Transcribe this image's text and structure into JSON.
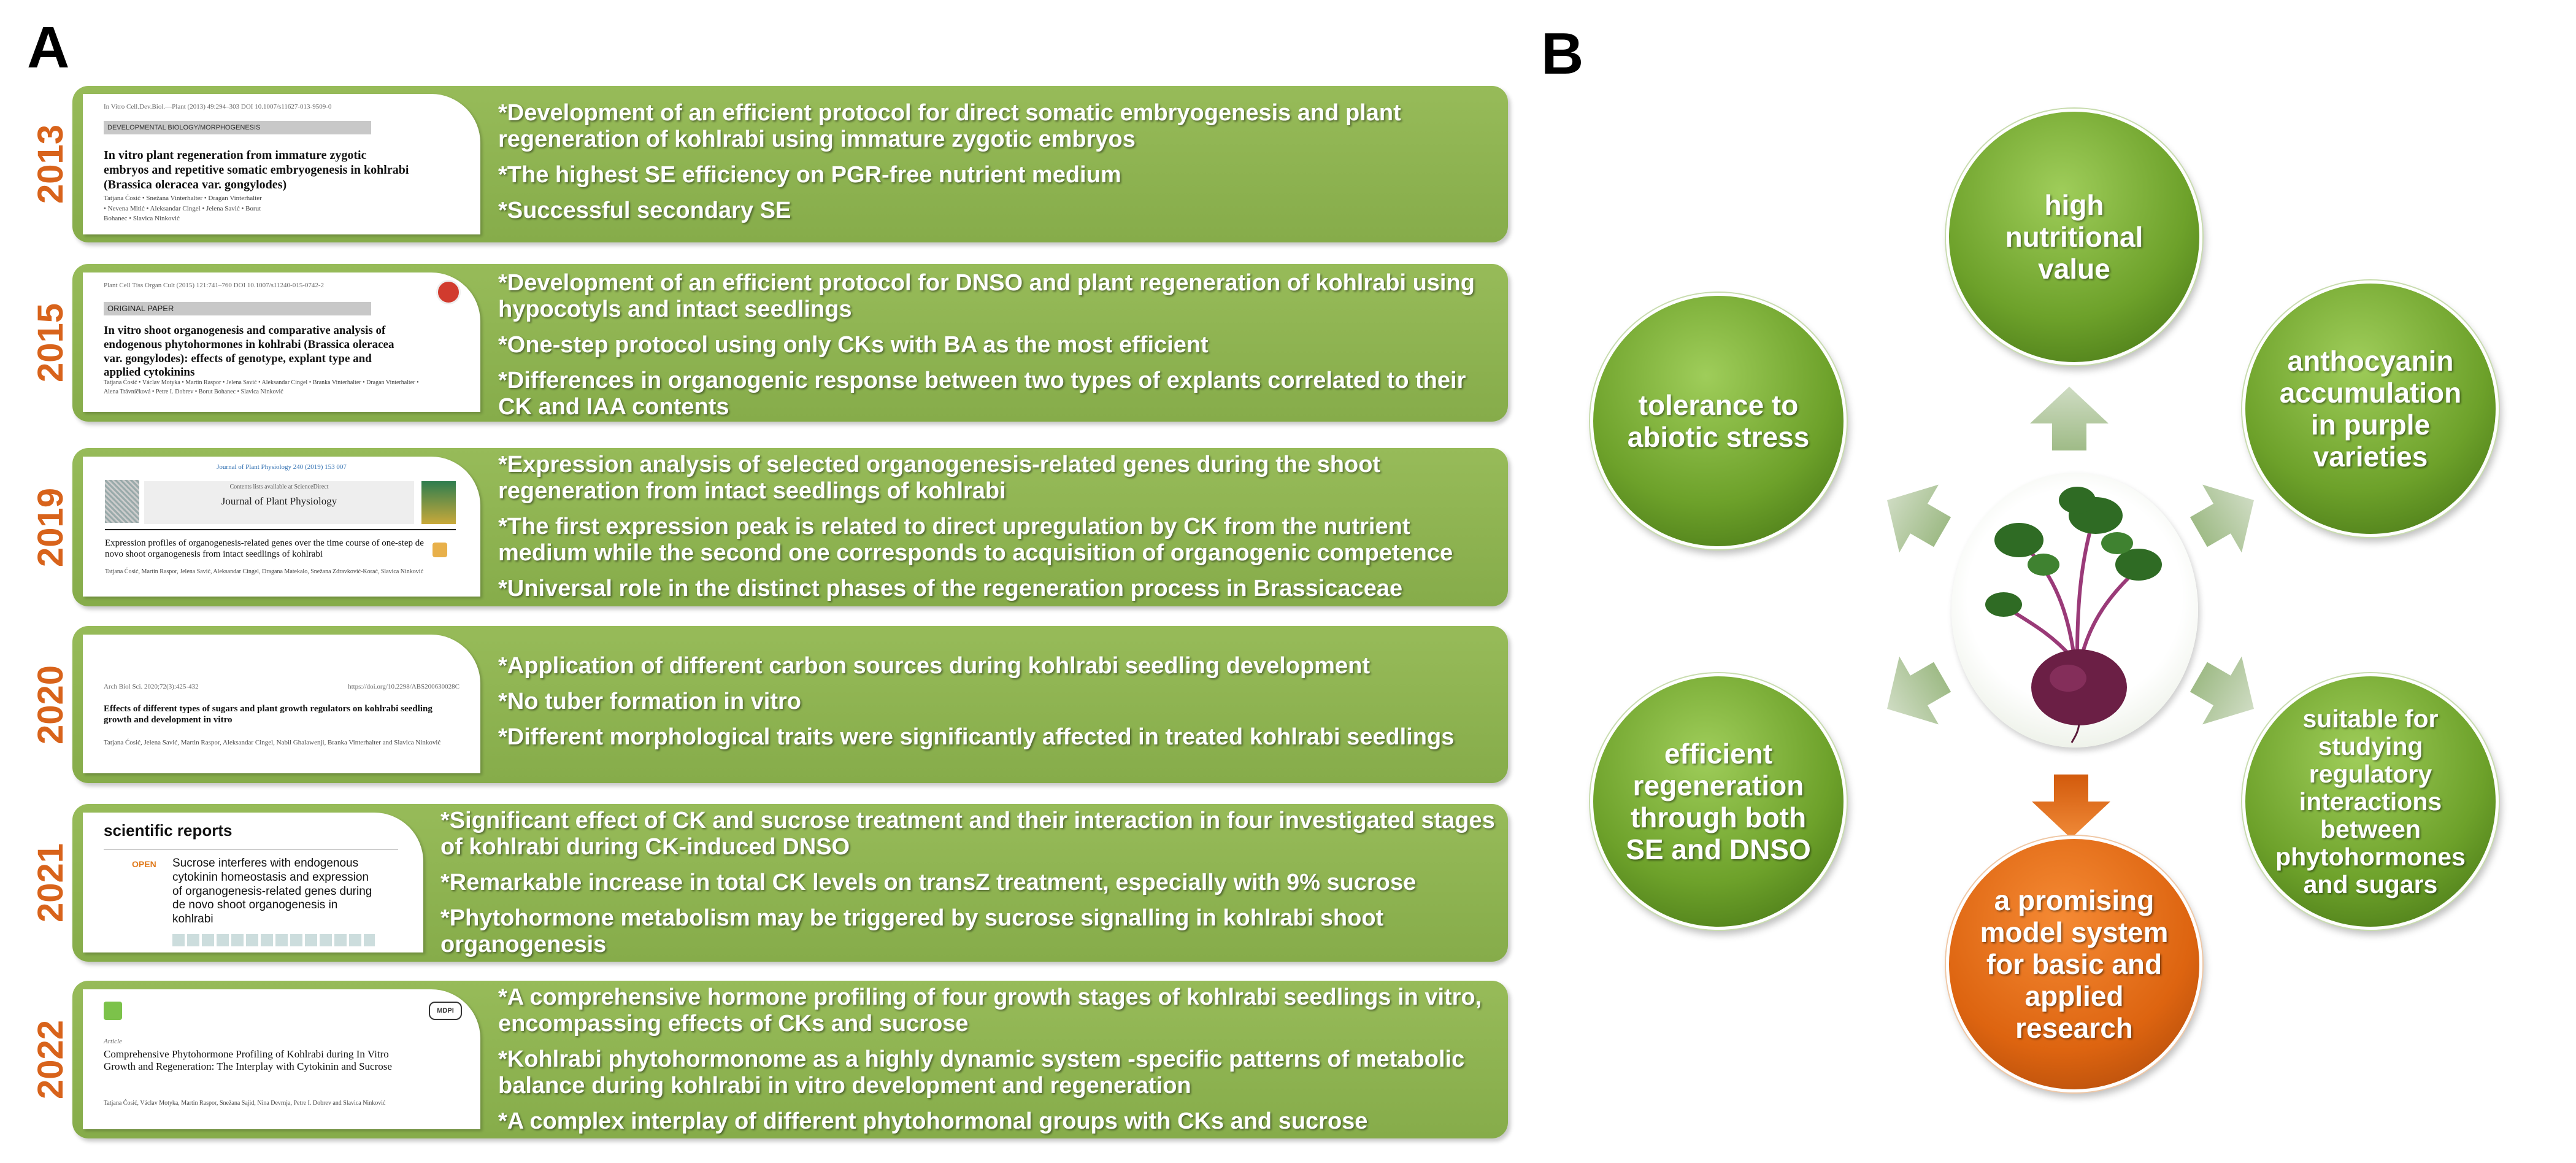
{
  "panel_a": {
    "letter": "A",
    "rows": [
      {
        "year": "2013",
        "paper": {
          "meta": "In Vitro Cell.Dev.Biol.—Plant (2013) 49:294–303  DOI 10.1007/s11627-013-9509-0",
          "header": "DEVELOPMENTAL BIOLOGY/MORPHOGENESIS",
          "title": "In vitro plant regeneration from immature zygotic embryos and repetitive somatic embryogenesis in kohlrabi (Brassica oleracea var. gongylodes)",
          "authors": "Tatjana Ćosić • Snežana Vinterhalter • Dragan Vinterhalter • Nevena Mitić • Aleksandar Cingel • Jelena Savić • Borut Bohanec • Slavica Ninković"
        },
        "bullets": [
          "*Development of an efficient protocol for direct somatic embryogenesis and plant regeneration of kohlrabi using immature zygotic embryos",
          "*The highest SE efficiency on PGR-free nutrient medium",
          "*Successful secondary SE"
        ]
      },
      {
        "year": "2015",
        "paper": {
          "meta": "Plant Cell Tiss Organ Cult (2015) 121:741–760  DOI 10.1007/s11240-015-0742-2",
          "header": "ORIGINAL PAPER",
          "title": "In vitro shoot organogenesis and comparative analysis of endogenous phytohormones in kohlrabi (Brassica oleracea var. gongylodes): effects of genotype, explant type and applied cytokinins",
          "authors": "Tatjana Ćosić • Václav Motyka • Martin Raspor • Jelena Savić • Aleksandar Cingel • Branka Vinterhalter • Dragan Vinterhalter • Alena Trávníčková • Petre I. Dobrev • Borut Bohanec • Slavica Ninković",
          "badge": "CrossMark"
        },
        "bullets": [
          "*Development of an efficient protocol for DNSO and plant regeneration of kohlrabi using hypocotyls and intact seedlings",
          "*One-step protocol using only CKs with BA as the most efficient",
          "*Differences in organogenic response between two types of explants correlated to their CK and IAA contents"
        ]
      },
      {
        "year": "2019",
        "paper": {
          "meta": "Journal of Plant Physiology 240 (2019) 153 007",
          "banner": "Contents lists available at ScienceDirect",
          "journal": "Journal of Plant Physiology",
          "title": "Expression profiles of organogenesis-related genes over the time course of one-step de novo shoot organogenesis from intact seedlings of kohlrabi",
          "authors": "Tatjana Ćosić, Martin Raspor, Jelena Savić, Aleksandar Cingel, Dragana Matekalo, Snežana Zdravković-Korać, Slavica Ninković"
        },
        "bullets": [
          "*Expression analysis of selected organogenesis-related genes during the shoot regeneration from intact seedlings of kohlrabi",
          "*The first expression peak is related to direct upregulation by CK from the nutrient medium while the second  one corresponds to acquisition of organogenic competence",
          "*Universal role in the distinct phases of the regeneration process in Brassicaceae"
        ]
      },
      {
        "year": "2020",
        "paper": {
          "meta": "Arch Biol Sci. 2020;72(3):425-432",
          "meta_right": "https://doi.org/10.2298/ABS200630028C",
          "title": "Effects of different types of sugars and plant growth regulators on kohlrabi seedling growth and development in vitro",
          "authors": "Tatjana Ćosić, Jelena Savić, Martin Raspor, Aleksandar Cingel, Nabil Ghalawenji, Branka Vinterhalter and Slavica Ninković"
        },
        "bullets": [
          "*Application of different carbon sources during kohlrabi seedling development",
          "*No tuber formation in vitro",
          "*Different morphological traits were significantly affected in treated kohlrabi seedlings"
        ]
      },
      {
        "year": "2021",
        "paper": {
          "journal": "scientific reports",
          "open": "OPEN",
          "title": "Sucrose interferes with endogenous cytokinin homeostasis and expression of organogenesis-related genes during de novo shoot organogenesis in kohlrabi"
        },
        "bullets": [
          "*Significant effect of CK and sucrose treatment and their interaction in four investigated stages of kohlrabi during CK-induced DNSO",
          "*Remarkable increase in total CK levels on transZ treatment, especially with 9% sucrose",
          "*Phytohormone metabolism may be triggered by sucrose signalling in kohlrabi shoot organogenesis"
        ]
      },
      {
        "year": "2022",
        "paper": {
          "kicker": "Article",
          "publisher": "MDPI",
          "title": "Comprehensive Phytohormone Profiling of Kohlrabi during In Vitro Growth and Regeneration: The Interplay with Cytokinin and Sucrose",
          "authors": "Tatjana Ćosić, Václav Motyka, Martin Raspor, Snežana Sajid, Nina Devrnja, Petre I. Dobrev and Slavica Ninković"
        },
        "bullets": [
          "*A comprehensive hormone profiling of four growth stages of kohlrabi seedlings in vitro, encompassing effects of CKs and sucrose",
          "*Kohlrabi phytohormonome as a highly dynamic system -specific patterns of metabolic balance   during kohlrabi in vitro development and regeneration",
          "*A complex interplay of different phytohormonal groups with CKs and sucrose"
        ]
      }
    ]
  },
  "panel_b": {
    "letter": "B",
    "colors": {
      "green": "#6da12a",
      "orange": "#dd6410",
      "arrow_green": "#b4cca0",
      "arrow_orange": "#e5681a"
    },
    "nodes": {
      "top": "high nutritional value",
      "upper_right": "anthocyanin accumulation in purple varieties",
      "lower_right": "suitable for studying regulatory interactions between phytohormones and sugars",
      "bottom": "a promising model system for basic and applied research",
      "lower_left": "efficient regeneration through both SE and DNSO",
      "upper_left": "tolerance to abiotic stress"
    },
    "center_image": "kohlrabi-plant"
  }
}
